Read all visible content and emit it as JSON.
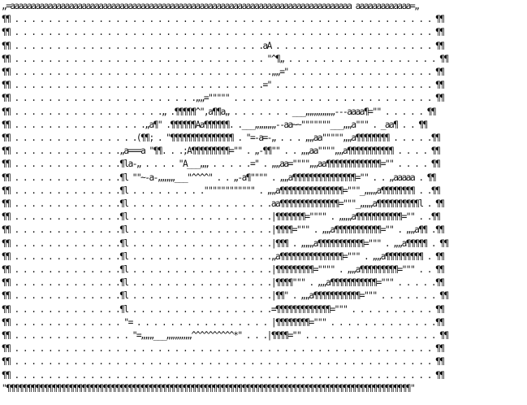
{
  "art": {
    "lines": [
      "„=aaaaaaaaaaaaaaaaaaaaaaaaaaaaaaaaaaaaaaaaaaaaaaaaaaaaaaaaaaaaaaaaaaaaaaaaaaaaaaaaa aaaaaaaaaaaaa=„",
      "¶¶ . . . . . . . . . . . . . . . . . . . . . . . . . . . . . . . . . . . . . . . . . . . . . . . . . . ¶¶",
      "¶¶ . . . . . . . . . . . . . . . . . . . . . . . . . . . . . . . . . . . . . . . . . . . . . . . . . . ¶¶",
      "¶¶ . . . . . . . . . . . . . . . . . . . . . . . . . . . . . .aA . . . . . . . . . . . . . . . . . . . ¶¶",
      "¶¶ . . . . . . . . . . . . . . . . . . . . . . . . . . . . . . \"^¶„ . . . . . . . . . . . . . . . . . . ¶¶",
      "¶¶ . . . . . . . . . . . . . . . . . . . . . . . . . . . . . . .„„=\" . . . . . . . . . . . . . . . . . ¶¶",
      "¶¶ . . . . . . . . . . . . . . . . . . . . . . . . . . . . . .=\" . . . . . . . . . . . . . . . . . . . ¶¶",
      "¶¶ . . . . . . . . . . . . . . . . . . . . . .„„=\"\"\"\"\" . . . . . . . . . . . . . . . . . . . . . . . . ¶¶",
      "¶¶ . . . . . . . . . . . . . . . . . .„ .¶¶¶¶¶^\",a¶¶a„ . . . . . . . ___„„„„„„„---aaaa¶=\"\" . . . . . ¶¶",
      "¶¶ . . . . . . . . . . . . . . . .„a¶\" .¶¶¶¶¶¶Aa¶¶¶¶¶¶. .___„„„„„--aa~~\"\"\"\"\"\"\"___„„a\"\"\" . _aa¶ . . ¶¶",
      "¶¶ . . . . . . . . . . . . . . .(¶¶; . \"¶¶¶¶¶¶¶¶¶¶¶¶¶¶¶ . \"=-a=-„ . . . „„aa\"\"\"\"\"„„a¶¶¶¶¶¶¶¶ . . . . .¶¶",
      "¶¶ . . . . . . . . . . . . .„a===a \"¶¶. . .;A¶¶¶¶¶¶¶¶¶=\"\" . „-¶¶\"\" . . „„aa\"\"\"\"„„a¶¶¶¶¶¶¶¶¶¶¶ . . . . ¶¶",
      "¶¶ . . . . . . . . . . . . .¶la-„ . . . . \"A___„„ . . . . .=\" . „„aa=\"\"\"\"„„aa¶¶¶¶¶¶¶¶¶¶¶¶¶=\"\" . . . . ¶¶",
      "¶¶ . . . . . . . . . . . . .¶l \"\"~-a-„„„„___\"^^^^\" . . „-a¶\"\"\"\" . „„a¶¶¶¶¶¶¶¶¶¶¶¶¶¶¶=\"\" . . „aaaaa . ¶¶",
      "¶¶ . . . . . . . . . . . . .¶l . . . . . . . . .\"\"\"\"\"\"\"\"\"\"\"\" . „„a¶¶¶¶¶¶¶¶¶¶¶¶¶¶¶=\"\"\"_„„„a¶¶¶¶¶¶¶¶ . .¶¶",
      "¶¶ . . . . . . . . . . . . .¶l . . . . . . . . . . . . . . . . .aa¶¶¶¶¶¶¶¶¶¶¶¶¶¶=\"\"\"_„„„a¶¶¶¶¶¶¶¶¶¶l . ¶¶",
      "¶¶ . . . . . . . . . . . . .¶l . . . . . . . . . . . . . . . . .|¶¶¶¶¶¶¶=\"\"\"\" . „„„a¶¶¶¶¶¶¶¶¶¶¶=\"\" . .¶¶",
      "¶¶ . . . . . . . . . . . . .¶l . . . . . . . . . . . . . . . . .|¶¶¶¶=\"\"\" . „„a¶¶¶¶¶¶¶¶¶¶¶=\"\" . „„a¶¶ .¶¶",
      "¶¶ . . . . . . . . . . . . .¶l . . . . . . . . . . . . . . . . .|¶¶¶ . „„„a¶¶¶¶¶¶¶¶¶¶¶=\"\"\" . „„a¶¶¶¶¶ . ¶¶",
      "¶¶ . . . . . . . . . . . . .¶l . . . . . . . . . . . . . . . . .„a¶¶¶¶¶¶¶¶¶¶¶¶¶¶¶=\"\"\" . „„a¶¶¶¶¶¶¶¶¶ . ¶¶",
      "¶¶ . . . . . . . . . . . . .¶l . . . . . . . . . . . . . . . . .|¶¶¶¶¶¶¶¶¶=\"\"\"\" . „„a¶¶¶¶¶¶¶¶¶=\"\"\" . . ¶¶",
      "¶¶ . . . . . . . . . . . . .¶l . . . . . . . . . . . . . . . . .|¶¶¶¶\"\"\" . „„a¶¶¶¶¶¶¶¶¶¶¶=\"\"\" . . . . .¶¶",
      "¶¶ . . . . . . . . . . . . .¶l . . . . . . . . . . . . . . . . .|¶¶\" . „„a¶¶¶¶¶¶¶¶¶¶¶=\"\"\" . . . . . . . ¶¶",
      "¶¶ . . . . . . . . . . . . .¶l . . . . . . . . . . . . . . . . .=¶¶¶¶¶¶¶¶¶¶¶¶¶=\"\"\" . . . . . . . . . . ¶¶",
      "¶¶ . . . . . . . . . . . . . \"= . . . . . . . . . . . . . . . . |¶¶¶¶¶¶¶¶=\"\"\" . . . . . . . . . . . . .¶¶",
      "¶¶ . . . . . . . . . . . . . . \"=„„„___„„„„„„^^^^^^^^^^*\" . . .|¶¶¶¶=\"\" . . . . . . . . . . . . . . . . ¶¶",
      "¶¶ . . . . . . . . . . . . . . . . . . . . . . . . . . . . . . . . . . . . . . . . . . . . . . . . . . ¶¶",
      "¶¶ . . . . . . . . . . . . . . . . . . . . . . . . . . . . . . . . . . . . . . . . . . . . . . . . . . ¶¶",
      "¶¶ . . . . . . . . . . . . . . . . . . . . . . . . . . . . . . . . . . . . . . . . . . . . . . . . . . ¶¶",
      "\"¶¶¶¶¶¶¶¶¶¶¶¶¶¶¶¶¶¶¶¶¶¶¶¶¶¶¶¶¶¶¶¶¶¶¶¶¶¶¶¶¶¶¶¶¶¶¶¶¶¶¶¶¶¶¶¶¶¶¶¶¶¶¶¶¶¶¶¶¶¶¶¶¶¶¶¶¶¶¶¶¶¶¶¶¶¶¶¶¶¶¶¶¶¶¶¶\""
    ]
  }
}
